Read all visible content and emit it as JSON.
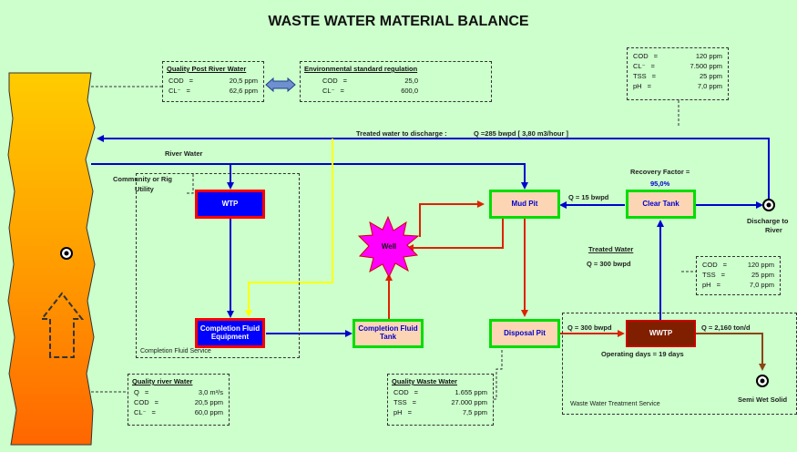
{
  "title": "WASTE WATER MATERIAL BALANCE",
  "quality_post_river": {
    "header": "Quality Post River Water",
    "rows": [
      {
        "k": "COD",
        "eq": "=",
        "v": "20,5 ppm"
      },
      {
        "k": "CL⁻",
        "eq": "=",
        "v": "62,6 ppm"
      }
    ]
  },
  "environmental_standard": {
    "header": "Environmental standard regulation",
    "rows": [
      {
        "k": "COD",
        "eq": "=",
        "v": "25,0"
      },
      {
        "k": "CL⁻",
        "eq": "=",
        "v": "600,0"
      }
    ]
  },
  "discharge_quality": {
    "rows": [
      {
        "k": "COD",
        "eq": "=",
        "v": "120 ppm"
      },
      {
        "k": "CL⁻",
        "eq": "=",
        "v": "7.500 ppm"
      },
      {
        "k": "TSS",
        "eq": "=",
        "v": "25 ppm"
      },
      {
        "k": "pH",
        "eq": "=",
        "v": "7,0 ppm"
      }
    ]
  },
  "treated_water_quality": {
    "rows": [
      {
        "k": "COD",
        "eq": "=",
        "v": "120 ppm"
      },
      {
        "k": "TSS",
        "eq": "=",
        "v": "25 ppm"
      },
      {
        "k": "pH",
        "eq": "=",
        "v": "7,0 ppm"
      }
    ]
  },
  "quality_river_water": {
    "header": "Quality river Water",
    "rows": [
      {
        "k": "Q",
        "eq": "=",
        "v": "3,0 m³/s"
      },
      {
        "k": "COD",
        "eq": "=",
        "v": "20,5 ppm"
      },
      {
        "k": "CL⁻",
        "eq": "=",
        "v": "60,0 ppm"
      }
    ]
  },
  "quality_waste_water": {
    "header": "Quality Waste Water",
    "rows": [
      {
        "k": "COD",
        "eq": "=",
        "v": "1.655 ppm"
      },
      {
        "k": "TSS",
        "eq": "=",
        "v": "27.000 ppm"
      },
      {
        "k": "pH",
        "eq": "=",
        "v": "7,5 ppm"
      }
    ]
  },
  "labels": {
    "treated_water_discharge": "Treated water to discharge :",
    "treated_flow": "Q =285  bwpd [ 3,80 m3/hour ]",
    "river_water": "River Water",
    "community": "Community or Rig",
    "utility": "Utility",
    "recovery_factor": "Recovery Factor =",
    "recovery_value": "95,0%",
    "q15": "Q = 15  bwpd",
    "discharge_to": "Discharge to",
    "river": "River",
    "treated_water": "Treated Water",
    "q300_treated": "Q = 300  bwpd",
    "q300_disposal": "Q = 300  bwpd",
    "q2160": "Q = 2,160  ton/d",
    "operating_days": "Operating days = 19 days",
    "semi_wet_solid": "Semi Wet Solid",
    "completion_service": "Completion Fluid Service",
    "wwt_service": "Waste Water Treatment Service"
  },
  "nodes": {
    "wtp": "WTP",
    "completion_equipment": "Completion Fluid Equipment",
    "completion_tank": "Completion Fluid Tank",
    "mud_pit": "Mud Pit",
    "clear_tank": "Clear Tank",
    "well": "Well",
    "disposal_pit": "Disposal Pit",
    "wwtp": "WWTP"
  },
  "colors": {
    "background": "#ccffcc",
    "flow_blue": "#0000cc",
    "flow_red": "#dd2200",
    "flow_yellow": "#ffff00",
    "node_fill_peach": "#fcd5b4",
    "node_border_green": "#00dd00",
    "wtp_fill": "#0000ff",
    "wwtp_fill": "#7f1f00",
    "well_fill": "#ff00ff"
  }
}
